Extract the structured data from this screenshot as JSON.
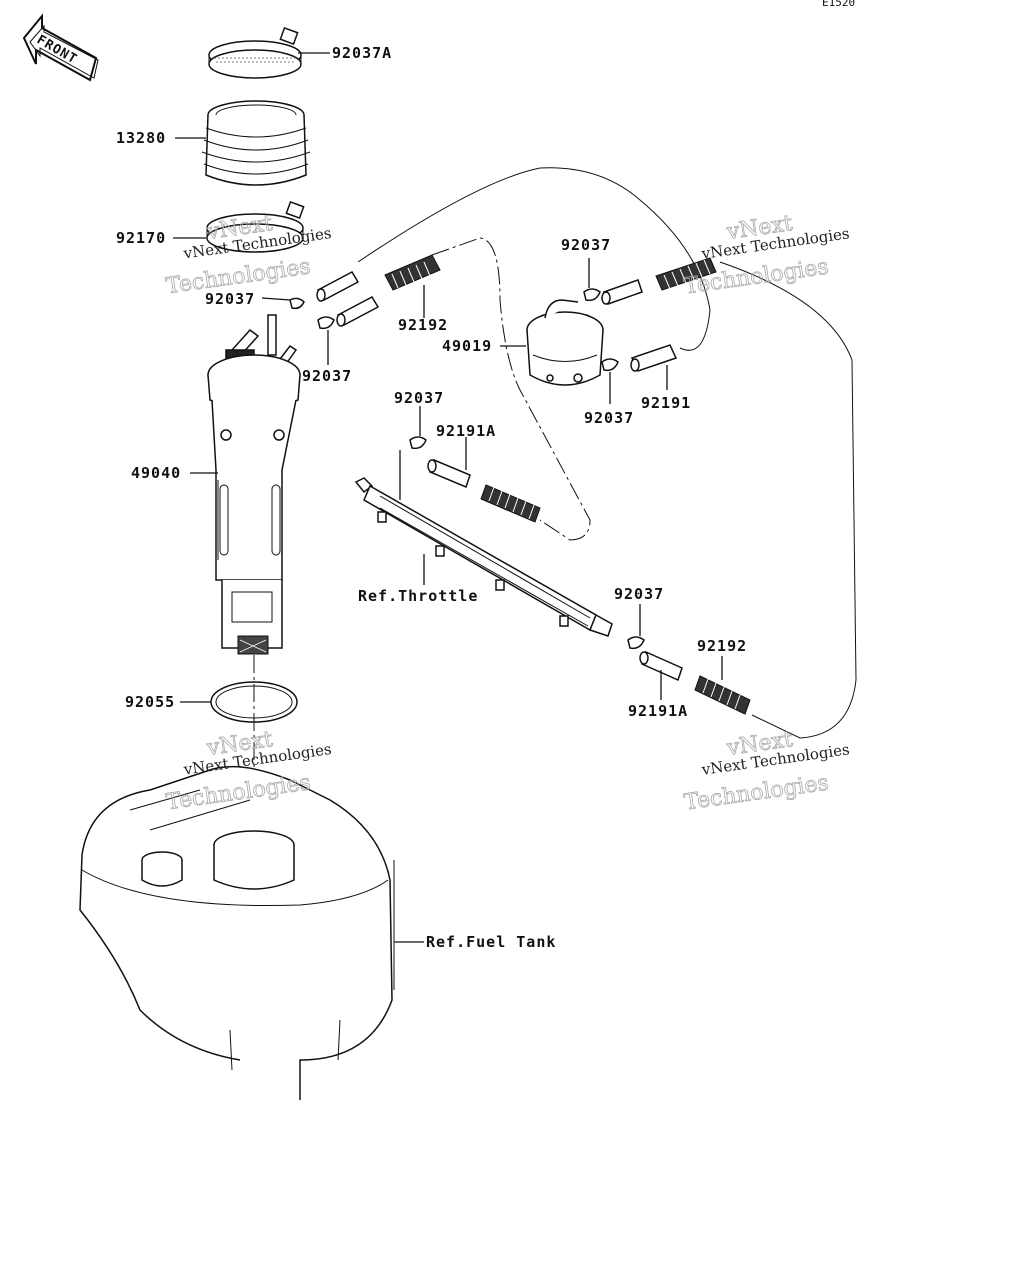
{
  "diagram_code": "E1520",
  "front_label": "FRONT",
  "parts": {
    "p92037A": "92037A",
    "p13280": "13280",
    "p92170": "92170",
    "p92037_a": "92037",
    "p92037_b": "92037",
    "p92192_a": "92192",
    "p49019": "49019",
    "p92037_c": "92037",
    "p92037_d": "92037",
    "p92191": "92191",
    "p92037_e": "92037",
    "p92191A_a": "92191A",
    "p49040": "49040",
    "ref_throttle": "Ref.Throttle",
    "p92037_f": "92037",
    "p92192_b": "92192",
    "p92191A_b": "92191A",
    "p92055": "92055",
    "ref_fuel_tank": "Ref.Fuel Tank"
  },
  "watermark": {
    "line1": "vNext Technologies",
    "line2": "vNext",
    "line3": "Technologies"
  }
}
